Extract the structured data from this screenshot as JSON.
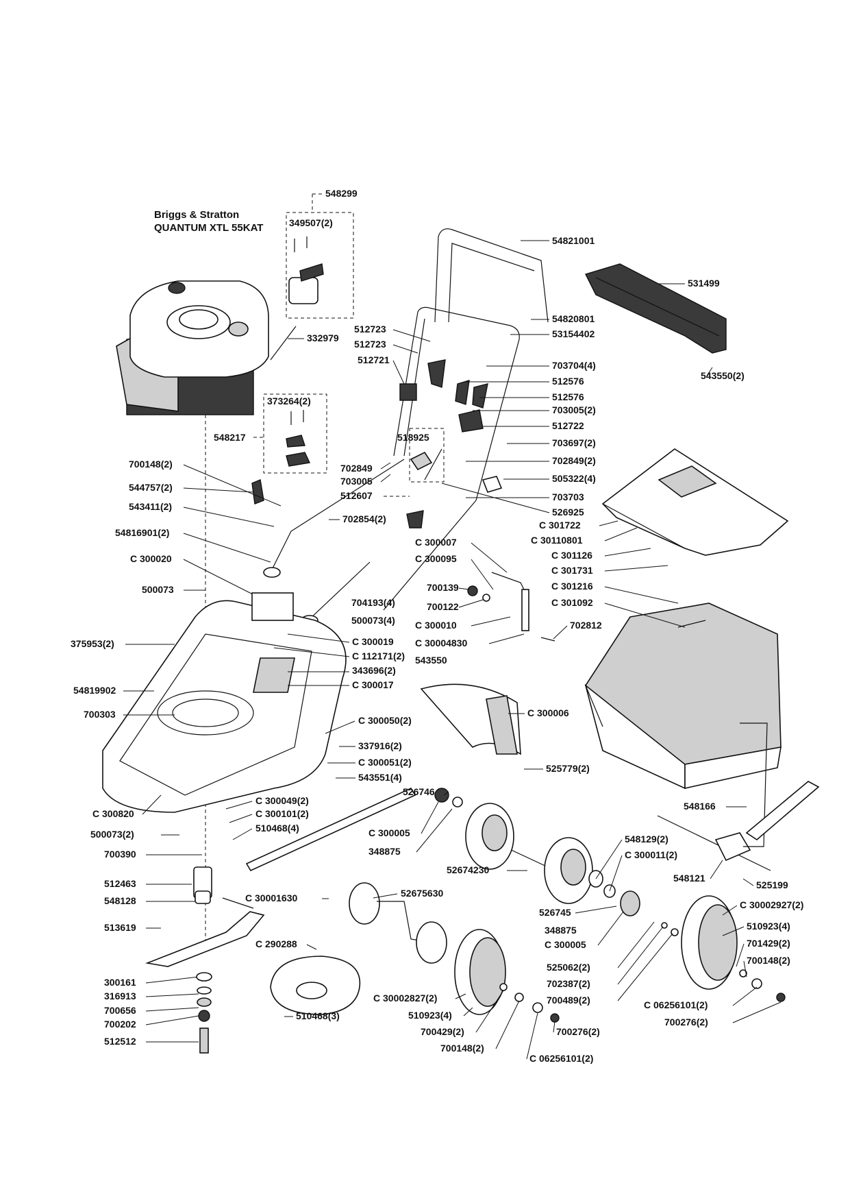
{
  "engine": {
    "brand": "Briggs & Stratton",
    "model": "QUANTUM XTL  55KAT"
  },
  "labels": {
    "l548299": "548299",
    "l349507": "349507(2)",
    "l332979": "332979",
    "l373264": "373264(2)",
    "l548217": "548217",
    "l54821001": "54821001",
    "l531499": "531499",
    "l54820801": "54820801",
    "l53154402": "53154402",
    "l512723a": "512723",
    "l512723b": "512723",
    "l512721": "512721",
    "l703704": "703704(4)",
    "l512576a": "512576",
    "l512576b": "512576",
    "l703005r": "703005(2)",
    "l512722": "512722",
    "l543550r": "543550(2)",
    "l518925": "518925",
    "l703697": "703697(2)",
    "l702849l": "702849",
    "l703005l": "703005",
    "l512607": "512607",
    "l702849r": "702849(2)",
    "l505322": "505322(4)",
    "l703703": "703703",
    "l526925": "526925",
    "l700148a": "700148(2)",
    "l544757": "544757(2)",
    "l543411": "543411(2)",
    "l54816901": "54816901(2)",
    "l702854": "702854(2)",
    "lC300020": "C 300020",
    "l500073": "500073",
    "l704193": "704193(4)",
    "l500073b": "500073(4)",
    "lC300007": "C 300007",
    "lC300095": "C 300095",
    "l700139": "700139",
    "l700122": "700122",
    "lC300010": "C 300010",
    "lC30004830": "C 30004830",
    "l702812": "702812",
    "lC301722": "C 301722",
    "lC30110801": "C 30110801",
    "lC301126": "C 301126",
    "lC301731": "C 301731",
    "lC301216": "C 301216",
    "lC301092": "C 301092",
    "l375953": "375953(2)",
    "lC300019": "C 300019",
    "lC112171": "C 112171(2)",
    "l343696": "343696(2)",
    "lC300017": "C 300017",
    "l543550c": "543550",
    "l54819902": "54819902",
    "l700303": "700303",
    "lC300006": "C 300006",
    "lC300050": "C 300050(2)",
    "l337916": "337916(2)",
    "lC300051": "C 300051(2)",
    "l543551": "543551(4)",
    "l525779": "525779(2)",
    "l526746": "526746",
    "lC300049": "C 300049(2)",
    "lC300101": "C 300101(2)",
    "l510468a": "510468(4)",
    "lC300820": "C 300820",
    "l500073c": "500073(2)",
    "l700390": "700390",
    "lC300005a": "C 300005",
    "l348875a": "348875",
    "l52674230": "52674230",
    "l548166": "548166",
    "l548129": "548129(2)",
    "lC300011": "C 300011(2)",
    "l548121": "548121",
    "l525199": "525199",
    "l512463": "512463",
    "l548128": "548128",
    "lC30001630": "C 30001630",
    "l52675630": "52675630",
    "l526745": "526745",
    "lC30002927": "C 30002927(2)",
    "l513619": "513619",
    "lC290288": "C 290288",
    "l348875b": "348875",
    "lC300005b": "C 300005",
    "l510923r": "510923(4)",
    "l701429": "701429(2)",
    "l700148r": "700148(2)",
    "l300161": "300161",
    "l316913": "316913",
    "l700656": "700656",
    "l700202": "700202",
    "lC30002827": "C 30002827(2)",
    "l525062": "525062(2)",
    "l702387": "702387(2)",
    "l700489": "700489(2)",
    "lC06256101r": "C 06256101(2)",
    "l700276r": "700276(2)",
    "l510468b": "510468(3)",
    "l510923l": "510923(4)",
    "l700429": "700429(2)",
    "l700276l": "700276(2)",
    "l512512": "512512",
    "l700148l": "700148(2)",
    "lC06256101l": "C 06256101(2)"
  }
}
